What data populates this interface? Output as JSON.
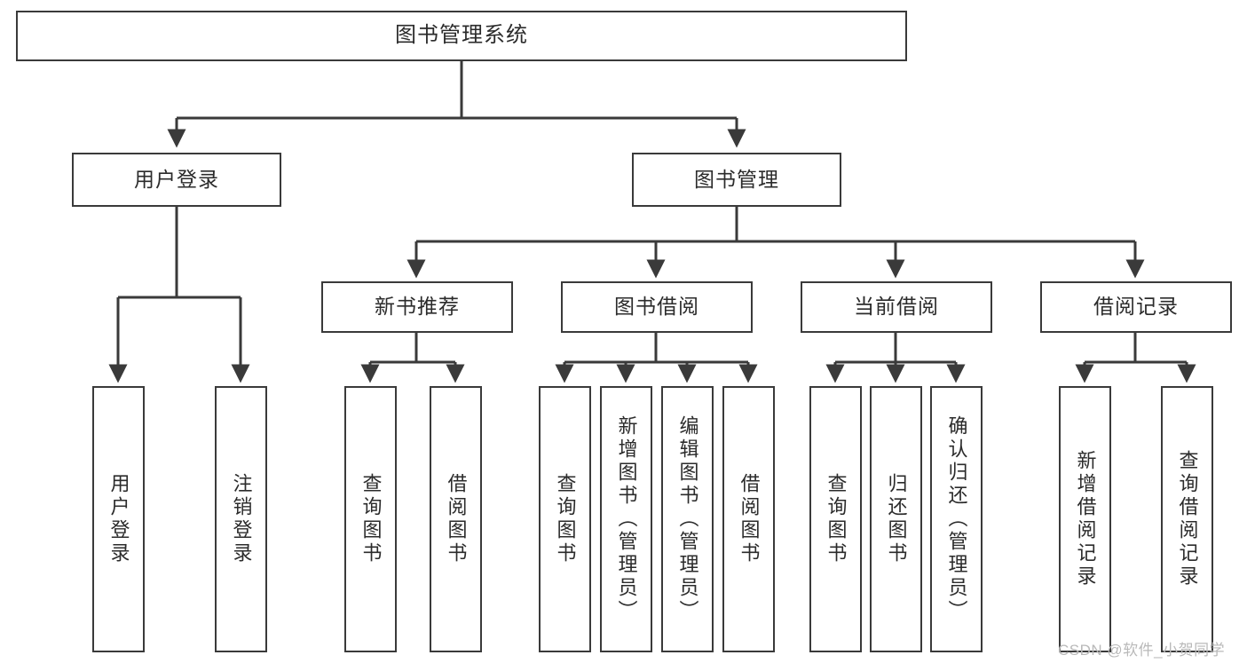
{
  "diagram": {
    "type": "tree-hierarchy",
    "title": "图书管理系统",
    "colors": {
      "stroke": "#3a3a3a",
      "fill": "#ffffff",
      "text": "#2b2b2b",
      "watermark": "#b9b9b9"
    },
    "nodes": {
      "root": {
        "label": "图书管理系统"
      },
      "level2": [
        {
          "id": "user-login",
          "label": "用户登录"
        },
        {
          "id": "book-manage",
          "label": "图书管理"
        }
      ],
      "level3": [
        {
          "id": "new-book-recommend",
          "label": "新书推荐"
        },
        {
          "id": "book-borrow",
          "label": "图书借阅"
        },
        {
          "id": "current-borrow",
          "label": "当前借阅"
        },
        {
          "id": "borrow-record",
          "label": "借阅记录"
        }
      ],
      "leaves": {
        "user_login": [
          {
            "id": "leaf-user-login",
            "label": "用户登录"
          },
          {
            "id": "leaf-user-logout",
            "label": "注销登录"
          }
        ],
        "new_book_recommend": [
          {
            "id": "leaf-query-book-1",
            "label": "查询图书"
          },
          {
            "id": "leaf-borrow-book-1",
            "label": "借阅图书"
          }
        ],
        "book_borrow": [
          {
            "id": "leaf-query-book-2",
            "label": "查询图书"
          },
          {
            "id": "leaf-add-book",
            "label": "新增图书（管理员）"
          },
          {
            "id": "leaf-edit-book",
            "label": "编辑图书（管理员）"
          },
          {
            "id": "leaf-borrow-book-2",
            "label": "借阅图书"
          }
        ],
        "current_borrow": [
          {
            "id": "leaf-query-book-3",
            "label": "查询图书"
          },
          {
            "id": "leaf-return-book",
            "label": "归还图书"
          },
          {
            "id": "leaf-confirm-return",
            "label": "确认归还（管理员）"
          }
        ],
        "borrow_record": [
          {
            "id": "leaf-add-record",
            "label": "新增借阅记录"
          },
          {
            "id": "leaf-query-record",
            "label": "查询借阅记录"
          }
        ]
      }
    },
    "watermark": "CSDN @软件_小贺同学"
  }
}
